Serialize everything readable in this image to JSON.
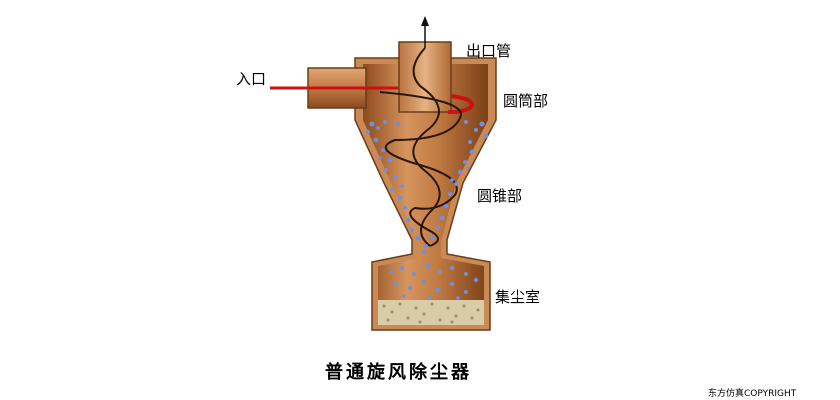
{
  "labels": {
    "inlet": "入口",
    "outlet_pipe": "出口管",
    "cylinder_section": "圆筒部",
    "cone_section": "圆锥部",
    "dust_chamber": "集尘室"
  },
  "title": "普通旋风除尘器",
  "copyright": "东方仿真COPYRIGHT",
  "colors": {
    "wall": "#c98a55",
    "wall_dark": "#8a5327",
    "interior": "#b8672f",
    "interior_light": "#d89a66",
    "inlet_arrow": "#cc1111",
    "dust": "#6f8fe0",
    "collected_dust": "#cfc29a"
  },
  "icons": {
    "outlet_arrow": "up-arrow-icon",
    "inlet_arrow": "right-arrow-icon"
  }
}
